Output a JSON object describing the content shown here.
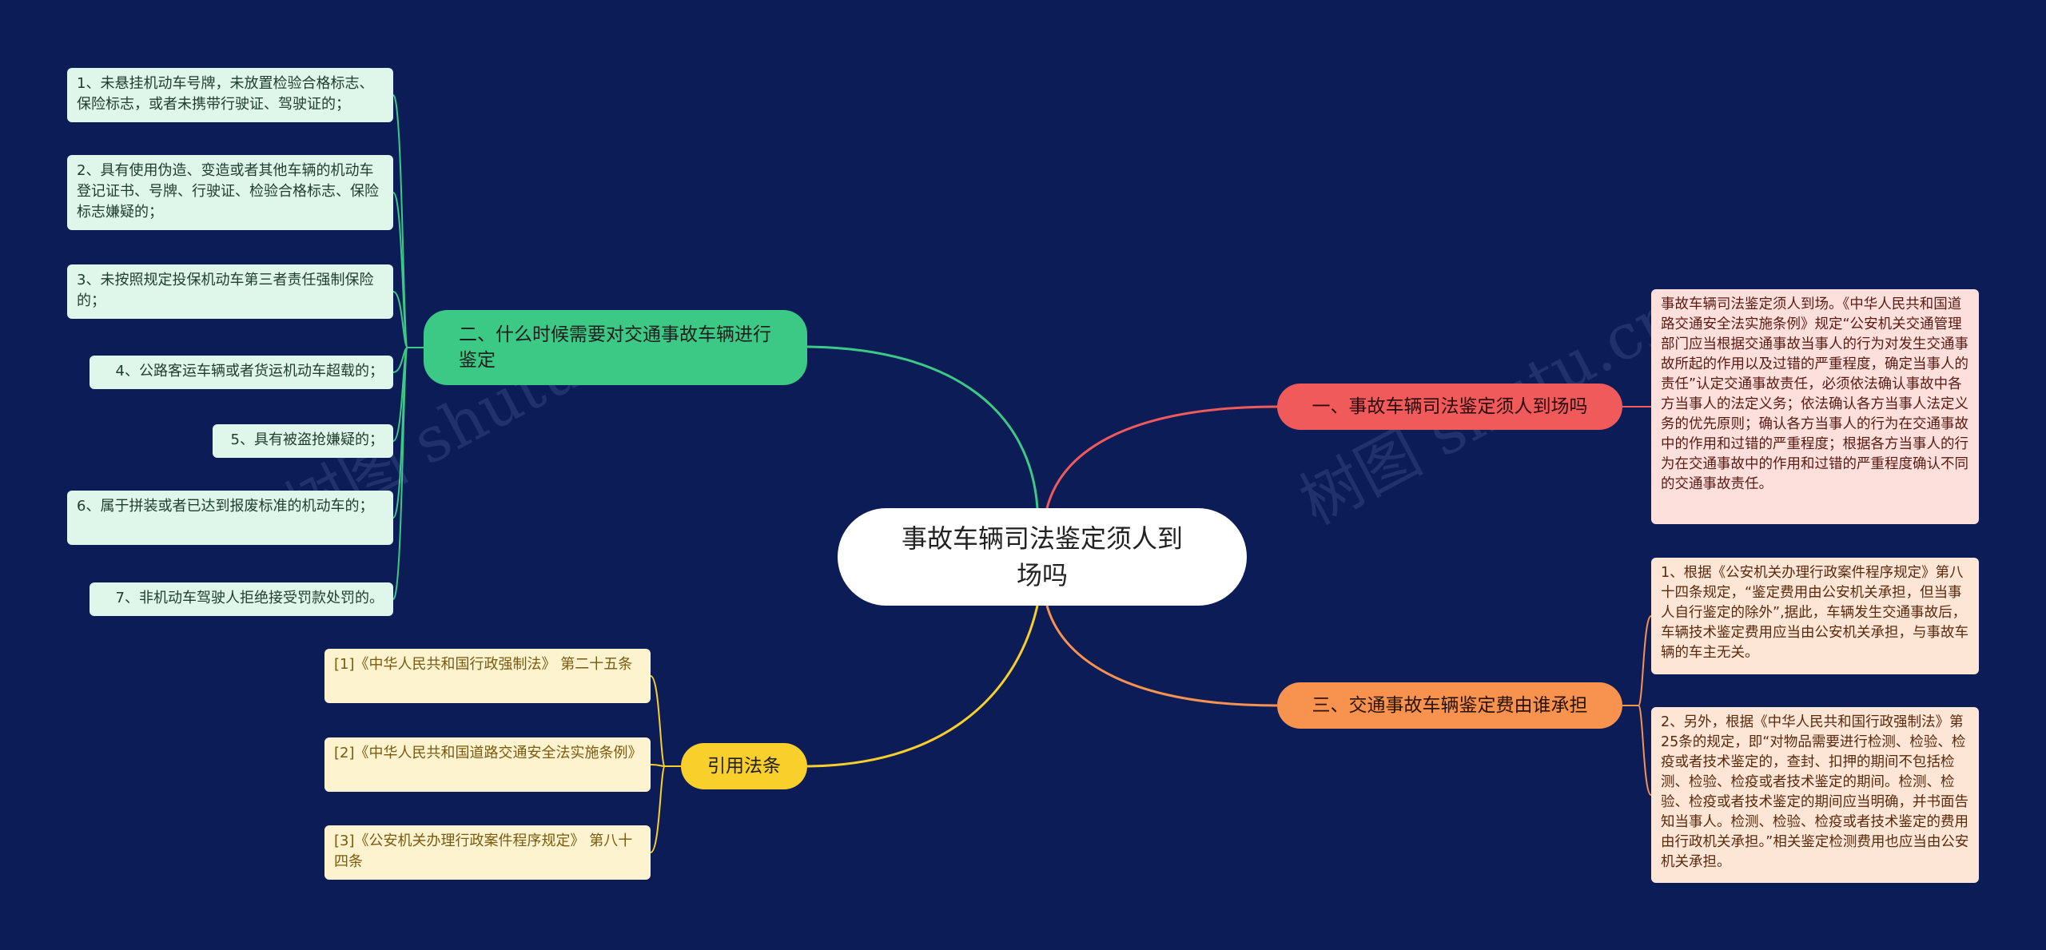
{
  "root": {
    "label": "事故车辆司法鉴定须人到场吗"
  },
  "branches": {
    "b2": {
      "label": "二、什么时候需要对交通事故车辆进行鉴定",
      "color": "#3cc985"
    },
    "b1": {
      "label": "一、事故车辆司法鉴定须人到场吗",
      "color": "#f05a5a"
    },
    "b3": {
      "label": "三、交通事故车辆鉴定费由谁承担",
      "color": "#f7924f"
    },
    "b4": {
      "label": "引用法条",
      "color": "#f9cf2c"
    }
  },
  "leaves": {
    "b2": [
      "1、未悬挂机动车号牌，未放置检验合格标志、保险标志，或者未携带行驶证、驾驶证的；",
      "2、具有使用伪造、变造或者其他车辆的机动车登记证书、号牌、行驶证、检验合格标志、保险标志嫌疑的；",
      "3、未按照规定投保机动车第三者责任强制保险的；",
      "4、公路客运车辆或者货运机动车超载的；",
      "5、具有被盗抢嫌疑的；",
      "6、属于拼装或者已达到报废标准的机动车的；",
      "7、非机动车驾驶人拒绝接受罚款处罚的。"
    ],
    "b1": [
      "事故车辆司法鉴定须人到场。《中华人民共和国道路交通安全法实施条例》规定“公安机关交通管理部门应当根据交通事故当事人的行为对发生交通事故所起的作用以及过错的严重程度，确定当事人的责任”认定交通事故责任，必须依法确认事故中各方当事人的法定义务；依法确认各方当事人法定义务的优先原则；确认各方当事人的行为在交通事故中的作用和过错的严重程度；根据各方当事人的行为在交通事故中的作用和过错的严重程度确认不同的交通事故责任。"
    ],
    "b3": [
      "1、根据《公安机关办理行政案件程序规定》第八十四条规定，“鉴定费用由公安机关承担，但当事人自行鉴定的除外”,据此，车辆发生交通事故后，车辆技术鉴定费用应当由公安机关承担，与事故车辆的车主无关。",
      "2、另外，根据《中华人民共和国行政强制法》第25条的规定，即“对物品需要进行检测、检验、检疫或者技术鉴定的，查封、扣押的期间不包括检测、检验、检疫或者技术鉴定的期间。检测、检验、检疫或者技术鉴定的期间应当明确，并书面告知当事人。检测、检验、检疫或者技术鉴定的费用由行政机关承担。”相关鉴定检测费用也应当由公安机关承担。"
    ],
    "b4": [
      "[1]《中华人民共和国行政强制法》 第二十五条",
      "[2]《中华人民共和国道路交通安全法实施条例》",
      "[3]《公安机关办理行政案件程序规定》 第八十四条"
    ]
  },
  "watermark": {
    "text": "树图 shutu.cn"
  }
}
